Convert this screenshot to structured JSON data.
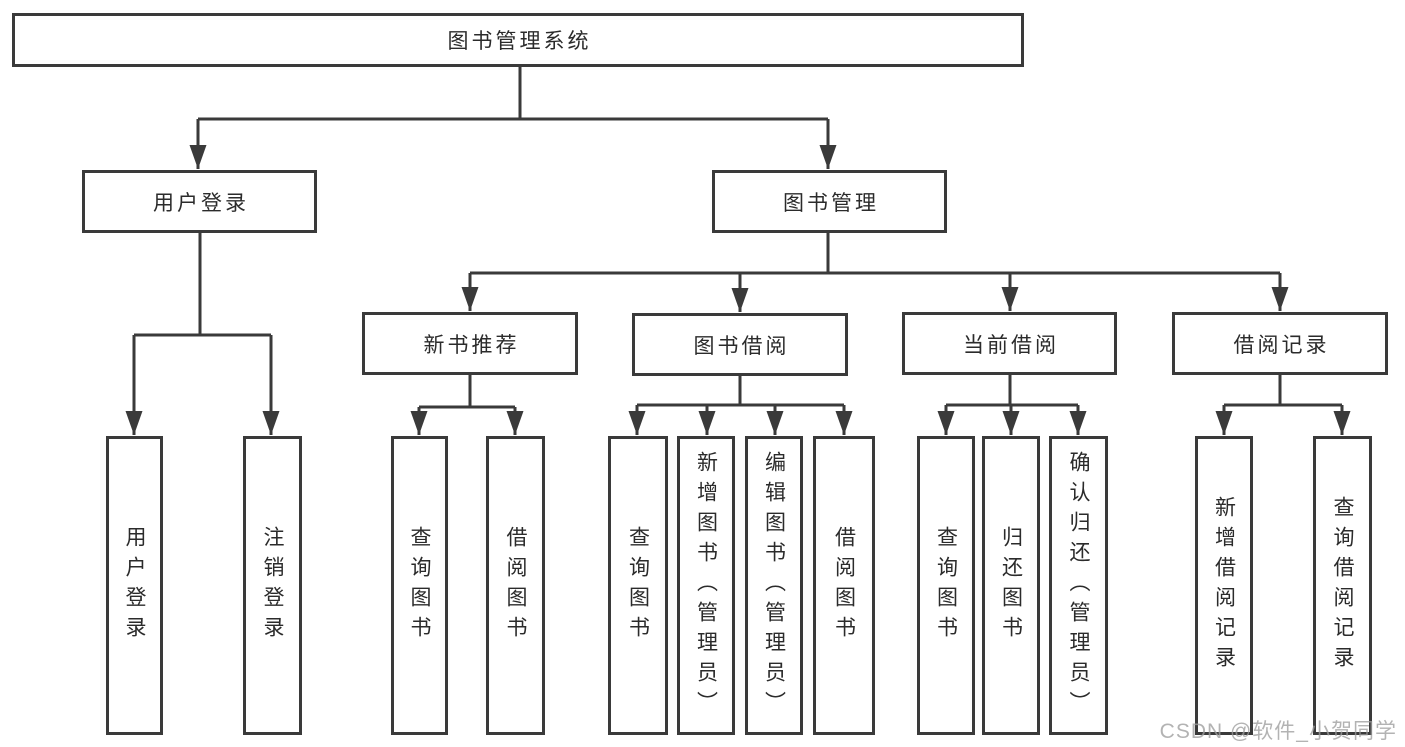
{
  "diagram": {
    "title": "图书管理系统",
    "nodes": {
      "root": "图书管理系统",
      "level2": [
        "用户登录",
        "图书管理"
      ],
      "level3": [
        "新书推荐",
        "图书借阅",
        "当前借阅",
        "借阅记录"
      ],
      "leaves": [
        "用户登录",
        "注销登录",
        "查询图书",
        "借阅图书",
        "查询图书",
        "新增图书（管理员）",
        "编辑图书（管理员）",
        "借阅图书",
        "查询图书",
        "归还图书",
        "确认归还（管理员）",
        "新增借阅记录",
        "查询借阅记录"
      ]
    },
    "structure": {
      "图书管理系统": [
        "用户登录",
        "图书管理"
      ],
      "用户登录": [
        "用户登录",
        "注销登录"
      ],
      "图书管理": [
        "新书推荐",
        "图书借阅",
        "当前借阅",
        "借阅记录"
      ],
      "新书推荐": [
        "查询图书",
        "借阅图书"
      ],
      "图书借阅": [
        "查询图书",
        "新增图书（管理员）",
        "编辑图书（管理员）",
        "借阅图书"
      ],
      "当前借阅": [
        "查询图书",
        "归还图书",
        "确认归还（管理员）"
      ],
      "借阅记录": [
        "新增借阅记录",
        "查询借阅记录"
      ]
    },
    "colors": {
      "line": "#3a3a3a",
      "box_border": "#3a3a3a",
      "text": "#2b2b2b",
      "background": "#ffffff",
      "watermark": "#9e9e9e"
    }
  },
  "watermark": {
    "text": "CSDN @软件_小贺同学"
  }
}
